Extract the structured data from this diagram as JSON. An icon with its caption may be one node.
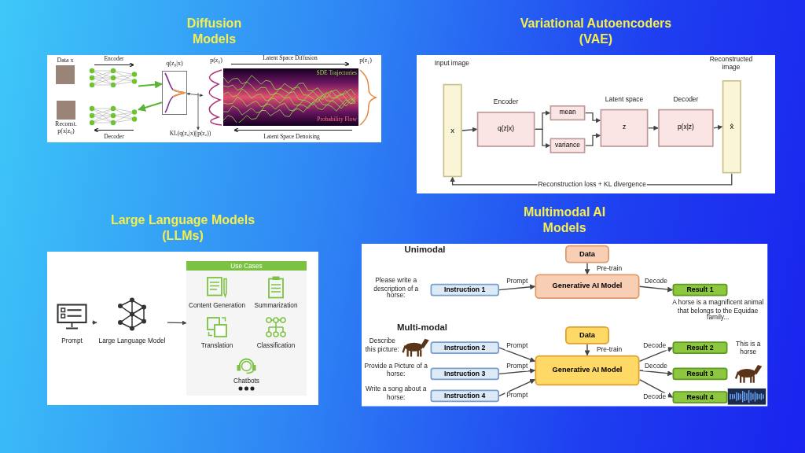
{
  "diagram": {
    "nodes": [
      {
        "text": [
          "Diffusion Models"
        ]
      },
      {
        "text": [
          "Variational Autoencoders (VAE)"
        ]
      },
      {
        "text": [
          "Large Language Models (LLMs)"
        ]
      },
      {
        "text": [
          "Multimodal AI Models"
        ]
      },
      {
        "text": [
          "Data x"
        ],
        "in": 0
      },
      {
        "text": [
          "Reconst. p(x|z₀)"
        ],
        "in": 0
      },
      {
        "text": [],
        "shape": "picture",
        "in": 0
      },
      {
        "text": [],
        "shape": "picture",
        "in": 0
      },
      {
        "text": [
          "q(z₀|x)"
        ],
        "in": 0
      },
      {
        "text": [
          "SDE Trajectories",
          "Probability Flow"
        ],
        "beside": [
          "p(z₀)",
          "p(z₁)"
        ],
        "in": 0
      },
      {
        "text": [
          "KL(q(z₀|x)||p(z₀))"
        ],
        "in": 0
      },
      {
        "text": [
          "x"
        ],
        "beside": [
          "Input image"
        ],
        "in": 1
      },
      {
        "text": [
          "Encoder",
          "q(z|x)"
        ],
        "in": 1
      },
      {
        "text": [
          "mean"
        ],
        "in": 1
      },
      {
        "text": [
          "variance"
        ],
        "in": 1
      },
      {
        "text": [
          "Latent space",
          "z"
        ],
        "in": 1
      },
      {
        "text": [
          "Decoder",
          "p(x|z)"
        ],
        "in": 1
      },
      {
        "text": [
          "x̂"
        ],
        "beside": [
          "Reconstructed image"
        ],
        "in": 1
      },
      {
        "text": [
          "Prompt"
        ],
        "in": 2
      },
      {
        "text": [
          "Large Language Model"
        ],
        "in": 2
      },
      {
        "text": [
          "Use Cases"
        ],
        "in": 2
      },
      {
        "text": [
          "Content Generation"
        ],
        "in": 20
      },
      {
        "text": [
          "Summarization"
        ],
        "in": 20
      },
      {
        "text": [
          "Translation"
        ],
        "in": 20
      },
      {
        "text": [
          "Classification"
        ],
        "in": 20
      },
      {
        "text": [
          "Chatbots"
        ],
        "in": 20
      },
      {
        "text": [
          "Data"
        ],
        "in": 3
      },
      {
        "text": [
          "Generative AI Model"
        ],
        "in": 3
      },
      {
        "text": [
          "Instruction 1"
        ],
        "beside": [
          "Please write a description of a horse:"
        ],
        "in": 3
      },
      {
        "text": [
          "Result 1"
        ],
        "beside": [
          "A horse is a magnificent animal that belongs to the Equidae family..."
        ],
        "in": 3
      },
      {
        "text": [
          "Data"
        ],
        "in": 3
      },
      {
        "text": [
          "Generative AI Model"
        ],
        "in": 3
      },
      {
        "text": [
          "Instruction 2"
        ],
        "beside": [
          "Describe this picture:"
        ],
        "in": 3
      },
      {
        "text": [
          "Instruction 3"
        ],
        "beside": [
          "Provide a Picture of a horse:"
        ],
        "in": 3
      },
      {
        "text": [
          "Instruction 4"
        ],
        "beside": [
          "Write a song about a horse:"
        ],
        "in": 3
      },
      {
        "text": [
          "Result 2"
        ],
        "beside": [
          "This is a horse"
        ],
        "in": 3
      },
      {
        "text": [
          "Result 3"
        ],
        "in": 3
      },
      {
        "text": [
          "Result 4"
        ],
        "in": 3
      }
    ],
    "edges": [
      {
        "from": 6,
        "to": 8,
        "arrow": "to",
        "color": "#5ab534"
      },
      {
        "from": 8,
        "to": 7,
        "arrow": "to",
        "color": "#5ab534"
      },
      {
        "from": 8,
        "to": 9,
        "arrow": "both"
      },
      {
        "from": null,
        "to": 10,
        "arrow": "to"
      },
      {
        "from": 11,
        "to": 12,
        "arrow": "to"
      },
      {
        "from": 12,
        "to": 13,
        "arrow": "to"
      },
      {
        "from": 12,
        "to": 14,
        "arrow": "to"
      },
      {
        "from": 13,
        "to": 15,
        "arrow": "to"
      },
      {
        "from": 14,
        "to": 15,
        "arrow": "to"
      },
      {
        "from": 15,
        "to": 16,
        "arrow": "to"
      },
      {
        "from": 16,
        "to": 17,
        "arrow": "to"
      },
      {
        "from": 17,
        "to": 11,
        "arrow": "to",
        "label": "Reconstruction loss + KL divergence"
      },
      {
        "from": 18,
        "to": 19,
        "arrow": "to"
      },
      {
        "from": 19,
        "to": 20,
        "arrow": "to"
      },
      {
        "from": 26,
        "to": 27,
        "arrow": "to",
        "label": "Pre-train"
      },
      {
        "from": 28,
        "to": 27,
        "arrow": "to",
        "label": "Prompt"
      },
      {
        "from": 27,
        "to": 29,
        "arrow": "to",
        "label": "Decode"
      },
      {
        "from": 30,
        "to": 31,
        "arrow": "to",
        "label": "Pre-train"
      },
      {
        "from": 32,
        "to": 31,
        "arrow": "to",
        "label": "Prompt"
      },
      {
        "from": 33,
        "to": 31,
        "arrow": "to",
        "label": "Prompt"
      },
      {
        "from": 34,
        "to": 31,
        "arrow": "to",
        "label": "Prompt"
      },
      {
        "from": 31,
        "to": 35,
        "arrow": "to",
        "label": "Decode"
      },
      {
        "from": 31,
        "to": 36,
        "arrow": "to",
        "label": "Decode"
      },
      {
        "from": 31,
        "to": 37,
        "arrow": "to",
        "label": "Decode"
      }
    ],
    "labels": [
      "Encoder",
      "Latent Space Diffusion",
      "Decoder",
      "Latent Space Denoising",
      "Unimodal",
      "Multi-modal"
    ]
  }
}
